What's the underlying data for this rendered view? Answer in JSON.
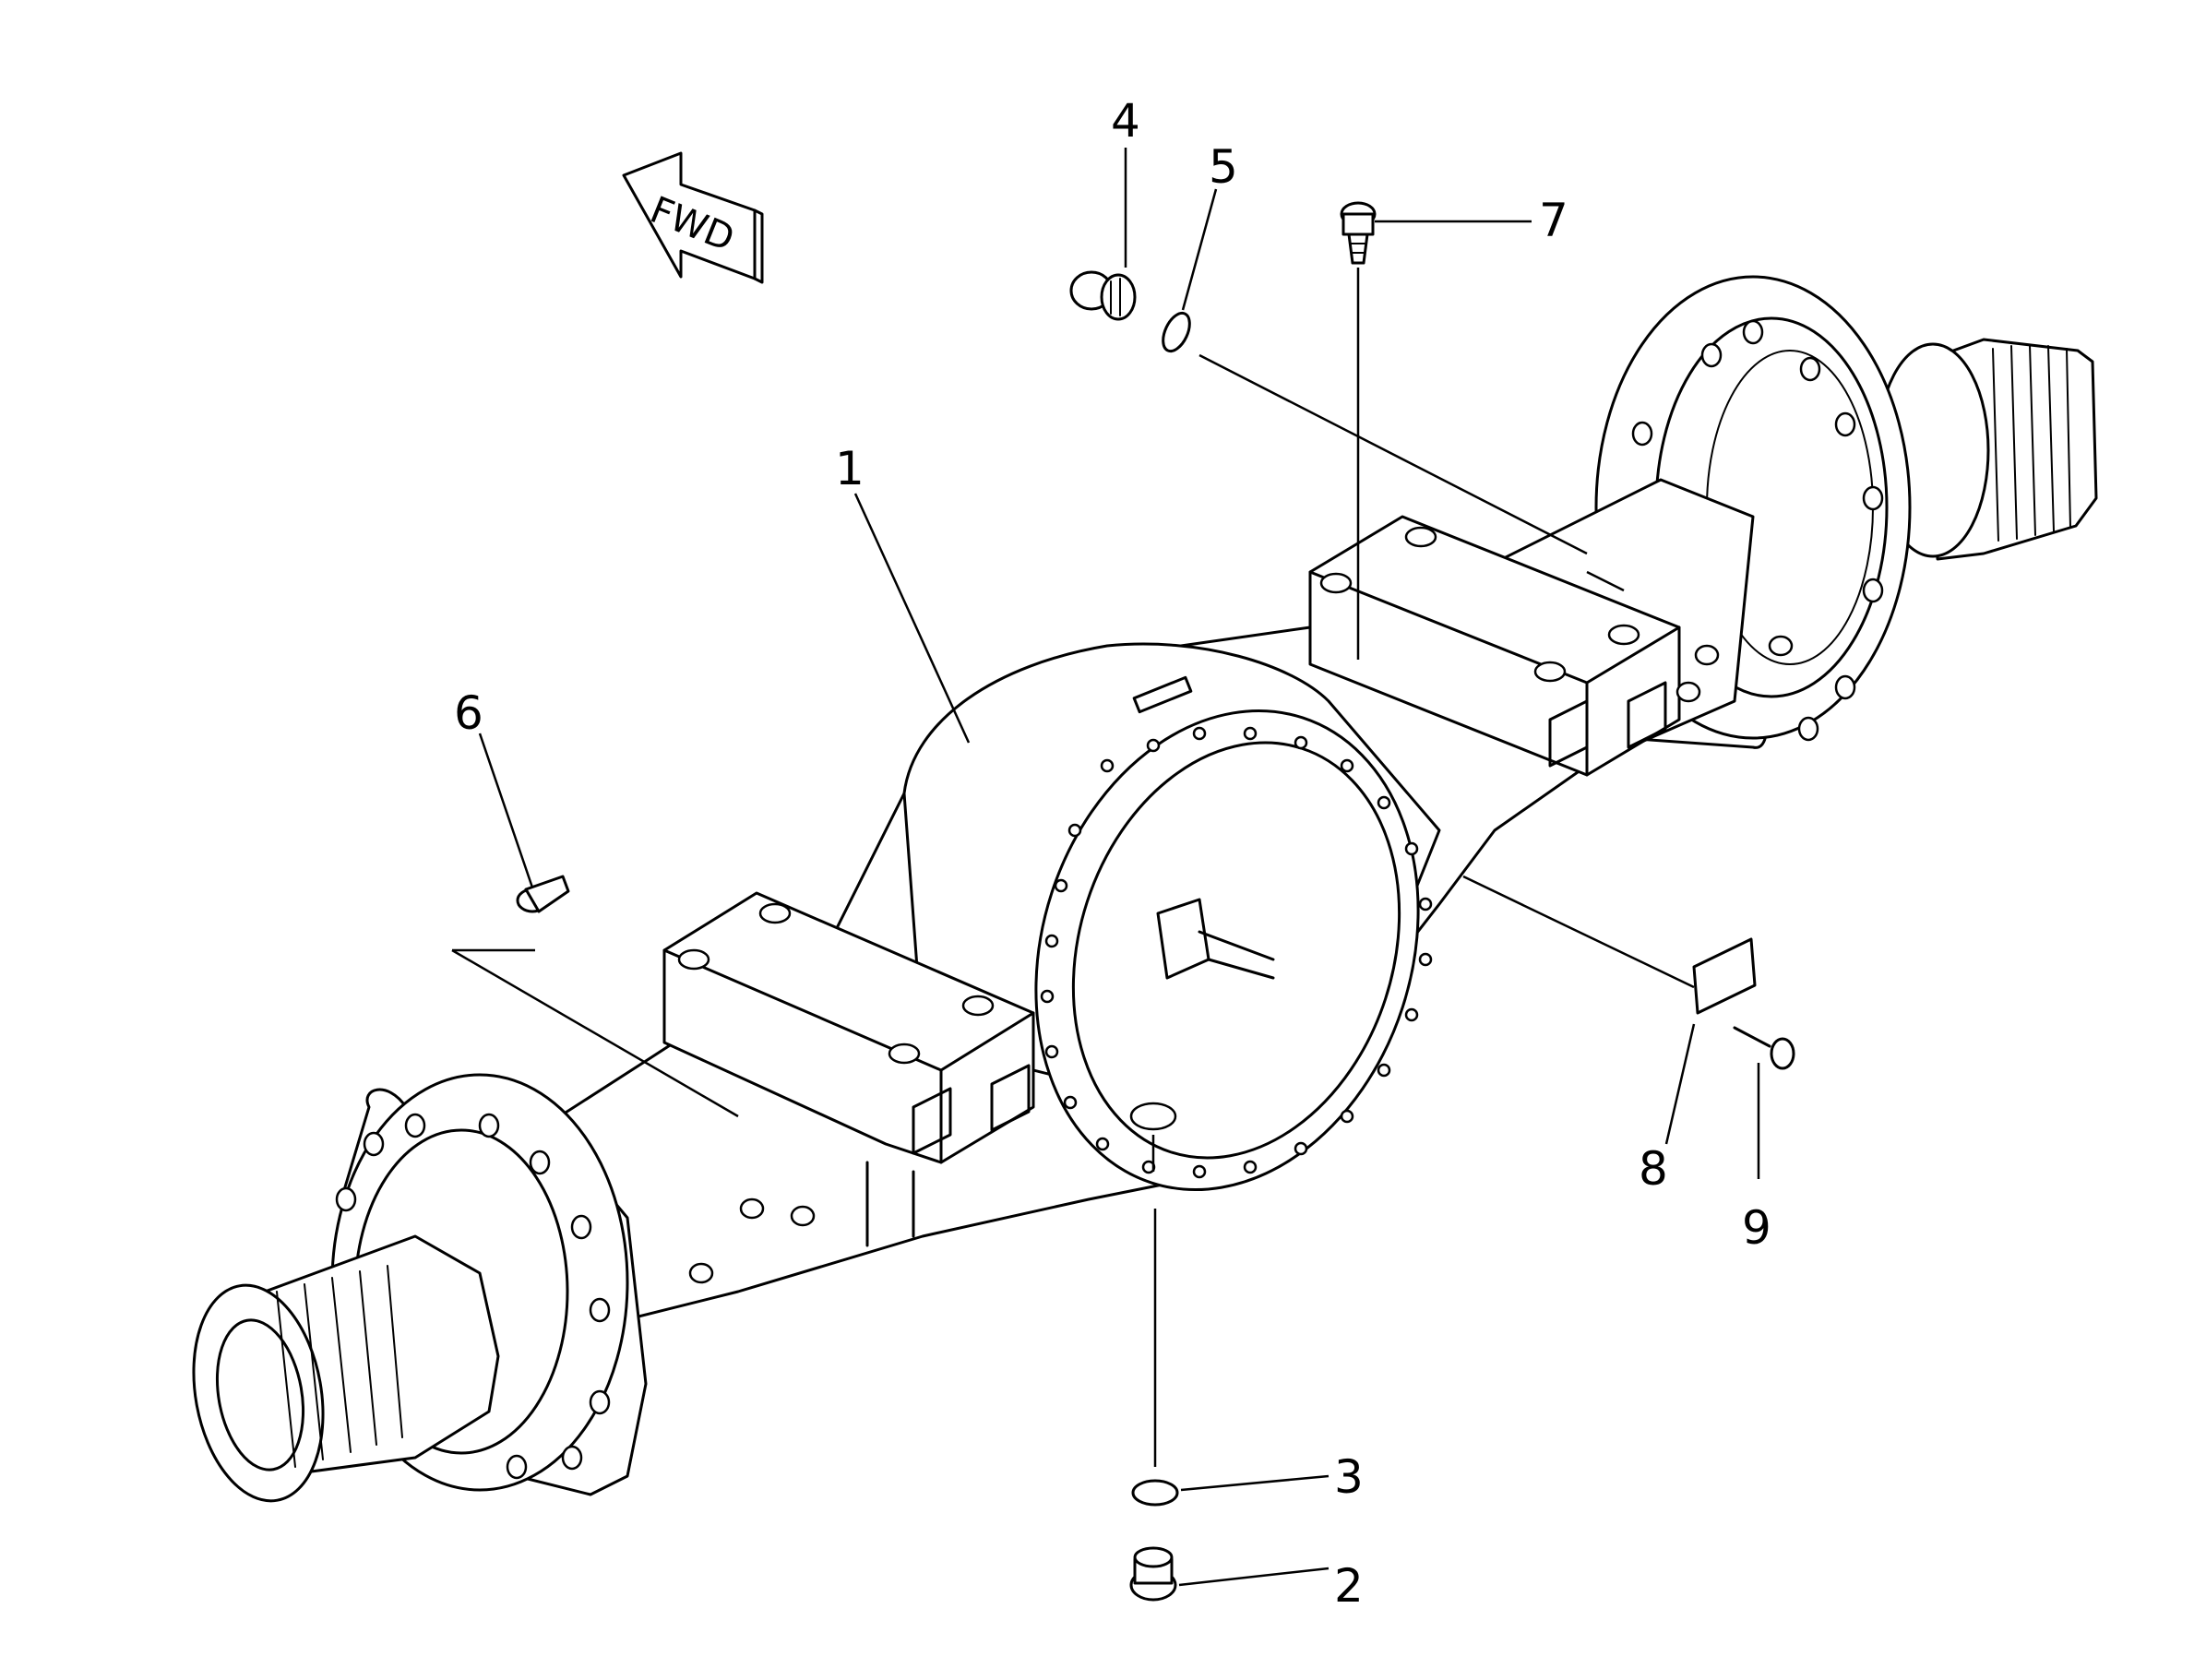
{
  "diagram": {
    "direction_arrow": {
      "label": "FWD"
    },
    "callouts": [
      {
        "id": "1",
        "label": "1",
        "part": "axle-housing"
      },
      {
        "id": "2",
        "label": "2",
        "part": "drain-plug"
      },
      {
        "id": "3",
        "label": "3",
        "part": "o-ring"
      },
      {
        "id": "4",
        "label": "4",
        "part": "filler-plug"
      },
      {
        "id": "5",
        "label": "5",
        "part": "o-ring"
      },
      {
        "id": "6",
        "label": "6",
        "part": "plug"
      },
      {
        "id": "7",
        "label": "7",
        "part": "breather"
      },
      {
        "id": "8",
        "label": "8",
        "part": "plate"
      },
      {
        "id": "9",
        "label": "9",
        "part": "rivet"
      }
    ]
  }
}
